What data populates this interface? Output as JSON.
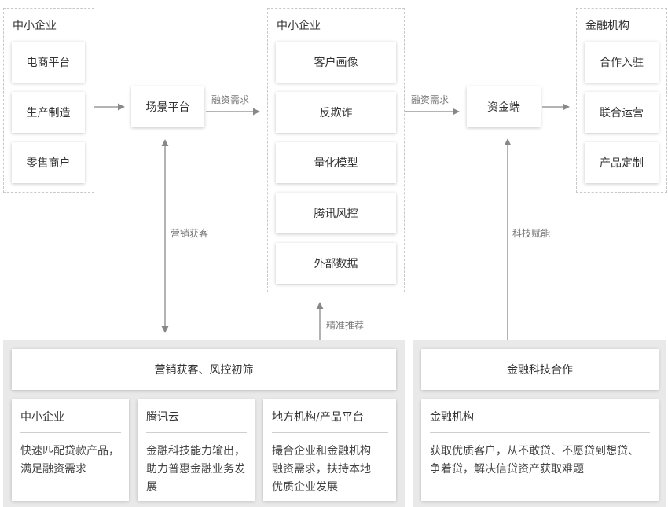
{
  "groups": {
    "sme_left": {
      "title": "中小企业",
      "items": [
        "电商平台",
        "生产制造",
        "零售商户"
      ]
    },
    "sme_center": {
      "title": "中小企业",
      "items": [
        "客户画像",
        "反欺诈",
        "量化模型",
        "腾讯风控",
        "外部数据"
      ]
    },
    "fin_inst": {
      "title": "金融机构",
      "items": [
        "合作入驻",
        "联合运营",
        "产品定制"
      ]
    }
  },
  "nodes": {
    "scene_platform": "场景平台",
    "capital_end": "资金端"
  },
  "flow_labels": {
    "financing_demand_1": "融资需求",
    "financing_demand_2": "融资需求",
    "marketing_acquire": "营销获客",
    "precise_recommend": "精准推荐",
    "tech_empower": "科技赋能"
  },
  "bottom_left": {
    "header": "营销获客、风控初筛",
    "cards": [
      {
        "title": "中小企业",
        "desc": "快速匹配贷款产品， 满足融资需求"
      },
      {
        "title": "腾讯云",
        "desc": "金融科技能力输出，助力普惠金融业务发展"
      },
      {
        "title": "地方机构/产品平台",
        "desc": "撮合企业和金融机构融资需求，扶持本地优质企业发展"
      }
    ]
  },
  "bottom_right": {
    "header": "金融科技合作",
    "card": {
      "title": "金融机构",
      "desc": "获取优质客户，从不敢贷、不愿贷到想贷、争着贷，解决信贷资产获取难题"
    }
  },
  "colors": {
    "card_shadow": "#d0d0d0",
    "panel_bg": "#e9e9e9",
    "arrow": "#888888",
    "dash": "#c8c8c8"
  }
}
